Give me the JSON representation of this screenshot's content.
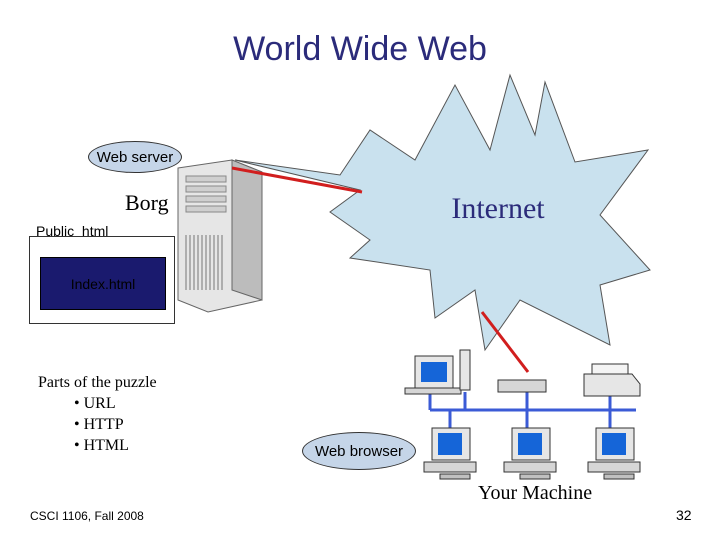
{
  "title": "World Wide Web",
  "web_server_label": "Web server",
  "server_name": "Borg",
  "folder_label": "Public_html",
  "file_label": "Index.html",
  "cloud_label": "Internet",
  "puzzle": {
    "heading": "Parts of the puzzle",
    "items": [
      "• URL",
      "• HTTP",
      "• HTML"
    ]
  },
  "browser_label": "Web browser",
  "machine_label": "Your Machine",
  "footer": {
    "course": "CSCI 1106, Fall 2008",
    "page": "32"
  },
  "colors": {
    "title": "#2b2b7a",
    "bubble": "#c5d5e8",
    "star": "#c9e1ee",
    "index_box": "#1a1a6e",
    "link": "#d11e1e",
    "network": "#3b5bd6"
  }
}
